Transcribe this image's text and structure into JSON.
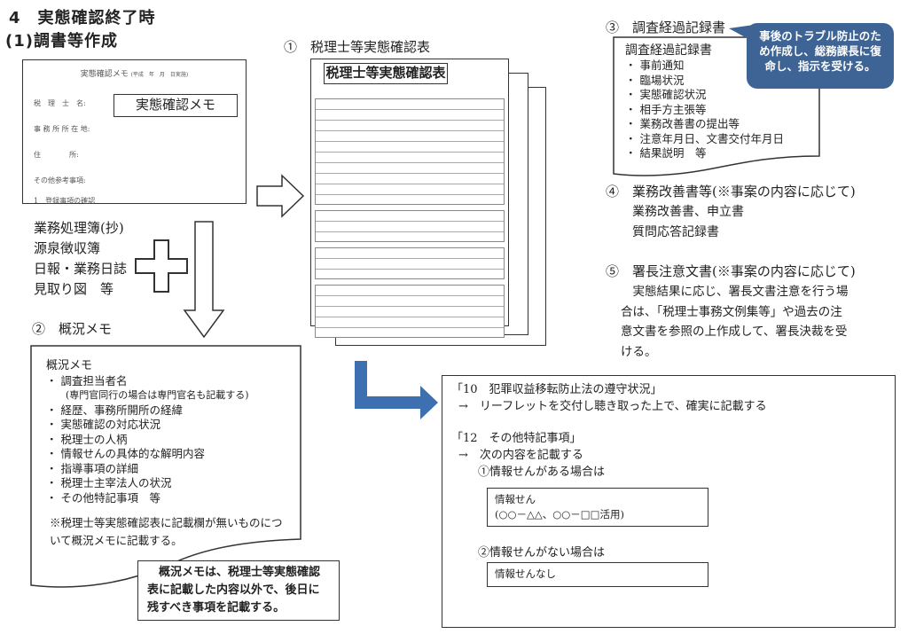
{
  "header": {
    "title": "4　実態確認終了時",
    "subtitle": "(1)調書等作成"
  },
  "memo_form": {
    "header": "実態確認メモ",
    "header_note": "(平成　年　月　日実施)",
    "label": "実態確認メモ",
    "fields": [
      "税　理　士　名:",
      "事 務 所 所 在 地:",
      "住　　　　所:",
      "その他参考事項:",
      "1　登録事項の確認"
    ]
  },
  "other_docs": [
    "業務処理簿(抄)",
    "源泉徴収簿",
    "日報・業務日誌",
    "見取り図　等"
  ],
  "section2": {
    "heading": "②　概況メモ",
    "doc_title": "概況メモ",
    "items": [
      "調査担当者名",
      "経歴、事務所開所の経緯",
      "実態確認の対応状況",
      "税理士の人柄",
      "情報せんの具体的な解明内容",
      "指導事項の詳細",
      "税理士主宰法人の状況",
      "その他特記事項　等"
    ],
    "item_note": "(専門官同行の場合は専門官名も記載する)",
    "footnote": "※税理士等実態確認表に記載欄が無いものについて概況メモに記載する。",
    "callout": "概況メモは、税理士等実態確認表に記載した内容以外で、後日に残すべき事項を記載する。"
  },
  "section1": {
    "heading": "①　税理士等実態確認表",
    "doc_label": "税理士等実態確認表"
  },
  "section3": {
    "heading": "③　調査経過記録書",
    "doc_title": "調査経過記録書",
    "items": [
      "事前通知",
      "臨場状況",
      "実態確認状況",
      "相手方主張等",
      "業務改善書の提出等",
      "注意年月日、文書交付年月日",
      "結果説明　等"
    ],
    "callout": "事後のトラブル防止のため作成し、総務課長に復命し、指示を受ける。"
  },
  "section4": {
    "heading": "④　業務改善書等(※事案の内容に応じて)",
    "lines": [
      "業務改善書、申立書",
      "質問応答記録書"
    ]
  },
  "section5": {
    "heading": "⑤　署長注意文書(※事案の内容に応じて)",
    "body": "実態結果に応じ、署長文書注意を行う場合は、「税理士事務文例集等」や過去の注意文書を参照の上作成して、署長決裁を受ける。"
  },
  "notes": {
    "item10": "「10　犯罪収益移転防止法の遵守状況」",
    "item10_arrow": "→　リーフレットを交付し聴き取った上で、確実に記載する",
    "item12": "「12　その他特記事項」",
    "item12_arrow": "→　次の内容を記載する",
    "case1": "①情報せんがある場合は",
    "case1_box_l1": "情報せん",
    "case1_box_l2": "(○○－△△、○○－□□活用)",
    "case2": "②情報せんがない場合は",
    "case2_box": "情報せんなし"
  },
  "colors": {
    "callout_blue": "#3e6495",
    "arrow_blue": "#3e6fb0"
  }
}
